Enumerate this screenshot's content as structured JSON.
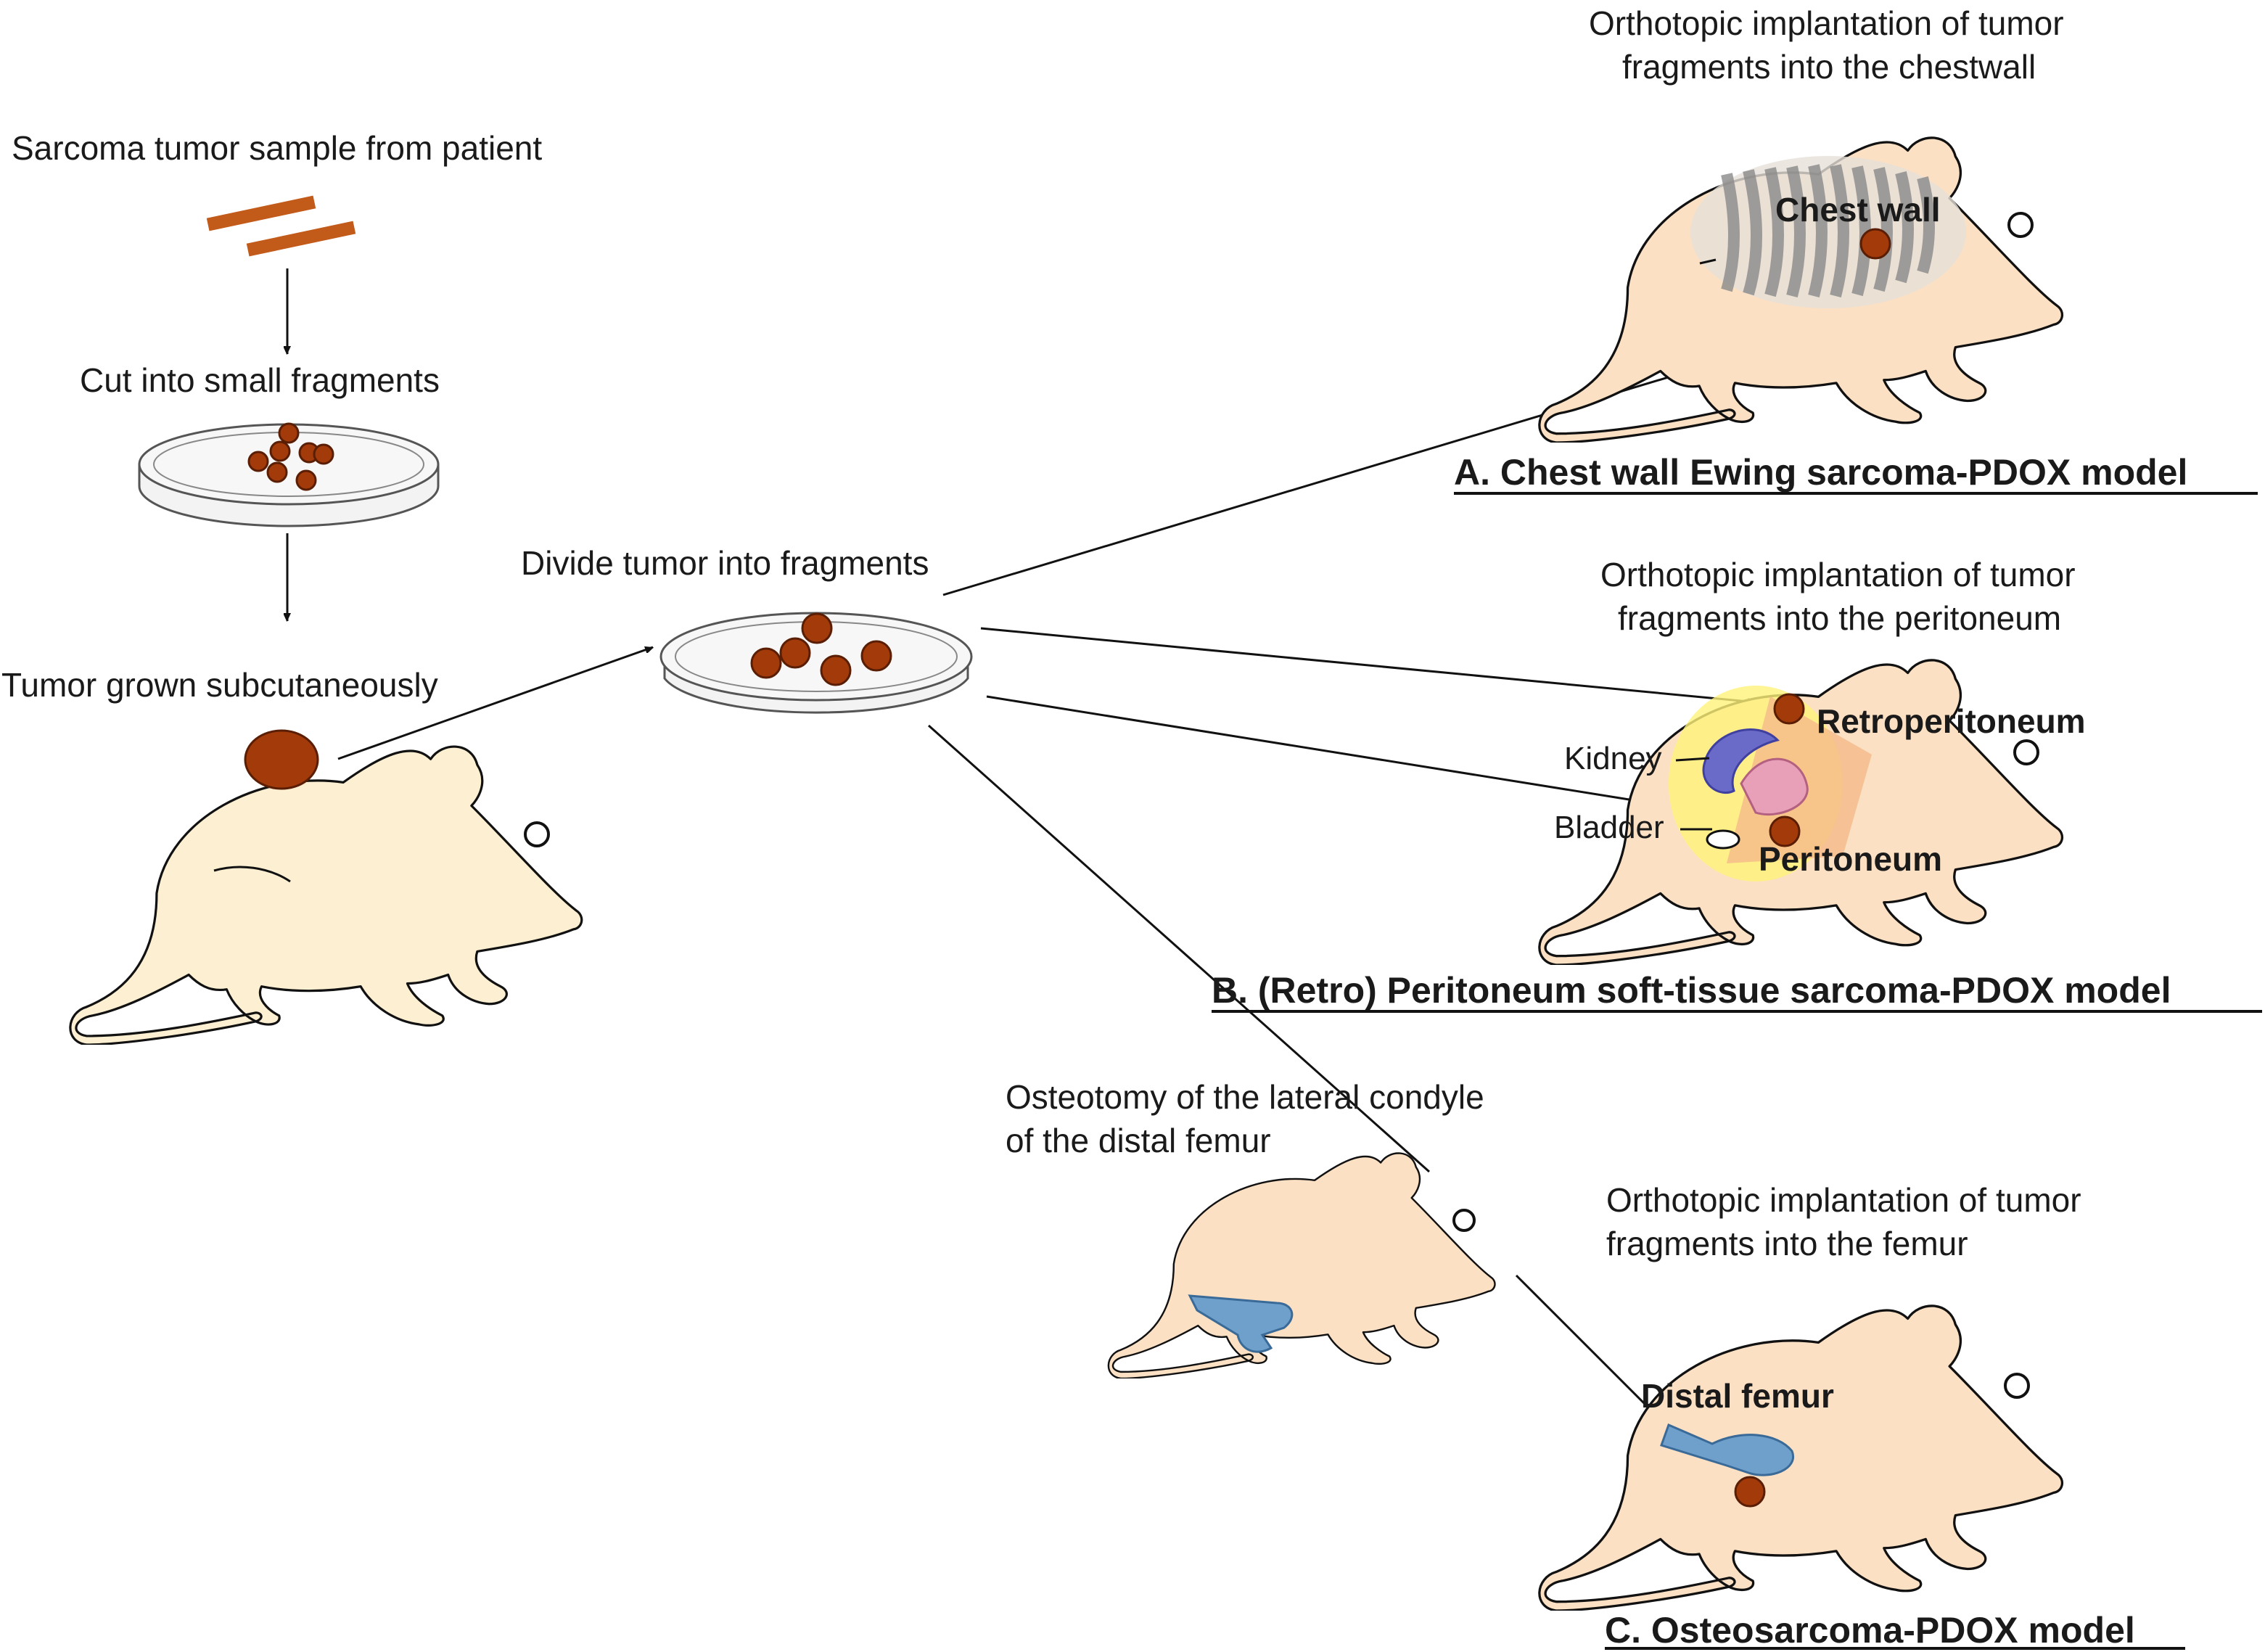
{
  "steps": {
    "sample": "Sarcoma tumor sample from patient",
    "cut": "Cut into small fragments",
    "grown": "Tumor grown subcutaneously",
    "divide": "Divide tumor into fragments"
  },
  "panel_a": {
    "caption_line1": "Orthotopic implantation of tumor",
    "caption_line2": "fragments into the chestwall",
    "site_label": "Chest wall",
    "title": "A. Chest wall Ewing sarcoma-PDOX model"
  },
  "panel_b": {
    "caption_line1": "Orthotopic implantation of tumor",
    "caption_line2": "fragments into the peritoneum",
    "kidney_label": "Kidney",
    "bladder_label": "Bladder",
    "retro_label": "Retroperitoneum",
    "perit_label": "Peritoneum",
    "title": "B. (Retro) Peritoneum soft-tissue sarcoma-PDOX model"
  },
  "panel_c": {
    "osteo_line1": "Osteotomy of the lateral condyle",
    "osteo_line2": "of the distal femur",
    "caption_line1": "Orthotopic implantation of tumor",
    "caption_line2": "fragments into the femur",
    "site_label": "Distal femur",
    "title": "C. Osteosarcoma-PDOX model"
  },
  "colors": {
    "tumor": "#a33a0a",
    "mouse": "#fbe0c4",
    "bone": "#6fa0cc",
    "kidney": "#6a6ac8",
    "intestine": "#e8a0b8",
    "fat": "#fff27a"
  }
}
